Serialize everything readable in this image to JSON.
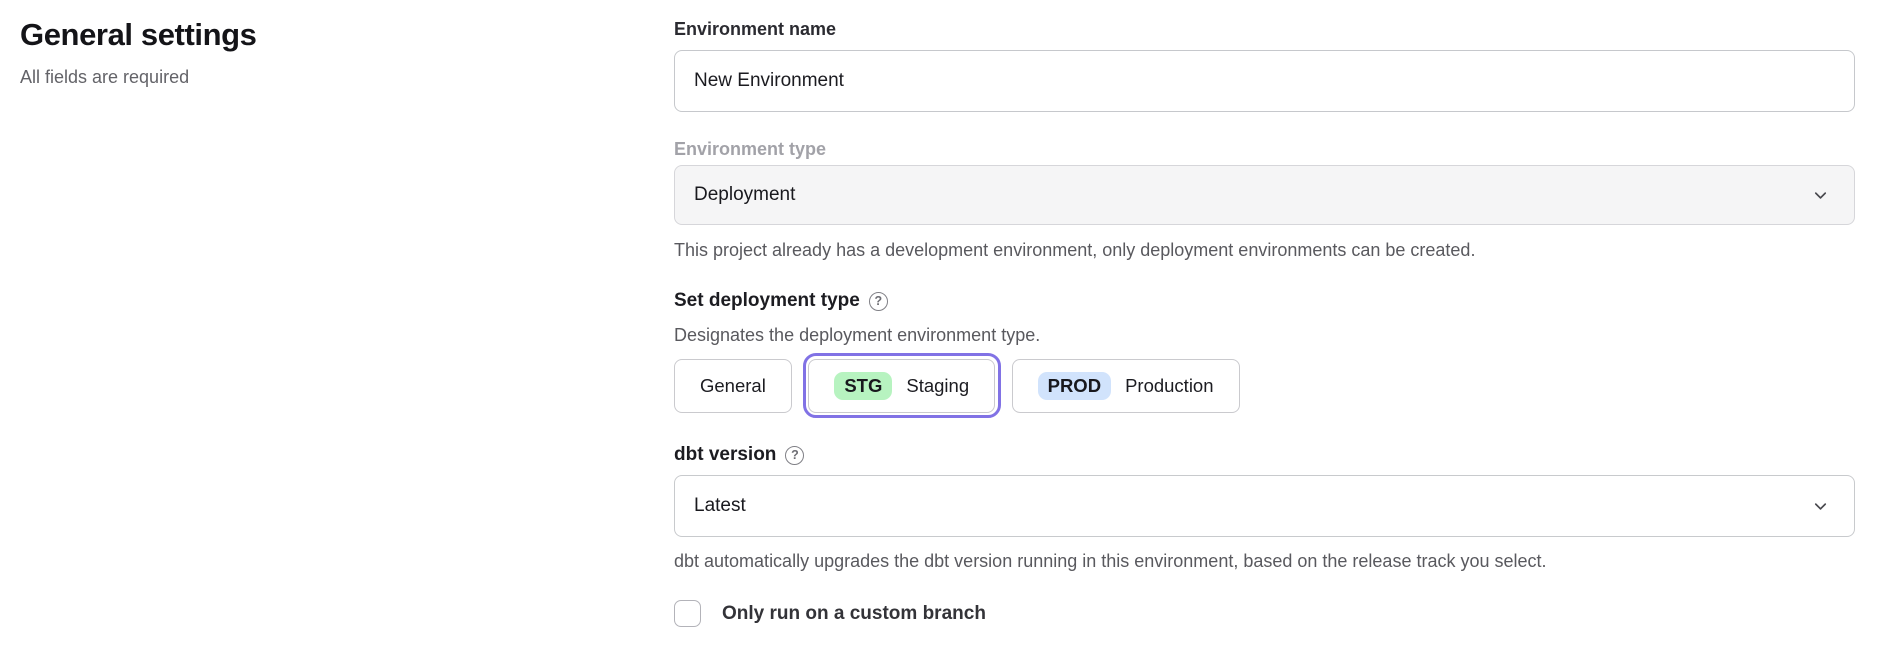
{
  "page": {
    "title": "General settings",
    "subtitle": "All fields are required"
  },
  "form": {
    "environment_name": {
      "label": "Environment name",
      "value": "New Environment"
    },
    "environment_type": {
      "label": "Environment type",
      "value": "Deployment",
      "disabled": true,
      "helper": "This project already has a development environment, only deployment environments can be created."
    },
    "deployment_type": {
      "label": "Set deployment type",
      "helper": "Designates the deployment environment type.",
      "options": [
        {
          "label": "General",
          "badge": "",
          "selected": false
        },
        {
          "label": "Staging",
          "badge": "STG",
          "badge_color": "#b7f3c0",
          "selected": true
        },
        {
          "label": "Production",
          "badge": "PROD",
          "badge_color": "#d1e3fc",
          "selected": false
        }
      ]
    },
    "dbt_version": {
      "label": "dbt version",
      "value": "Latest",
      "helper": "dbt automatically upgrades the dbt version running in this environment, based on the release track you select."
    },
    "custom_branch": {
      "label": "Only run on a custom branch",
      "checked": false
    }
  },
  "icons": {
    "help_glyph": "?"
  },
  "colors": {
    "selected_outline": "#8172e5",
    "stg_badge": "#b7f3c0",
    "prod_badge": "#d1e3fc"
  }
}
